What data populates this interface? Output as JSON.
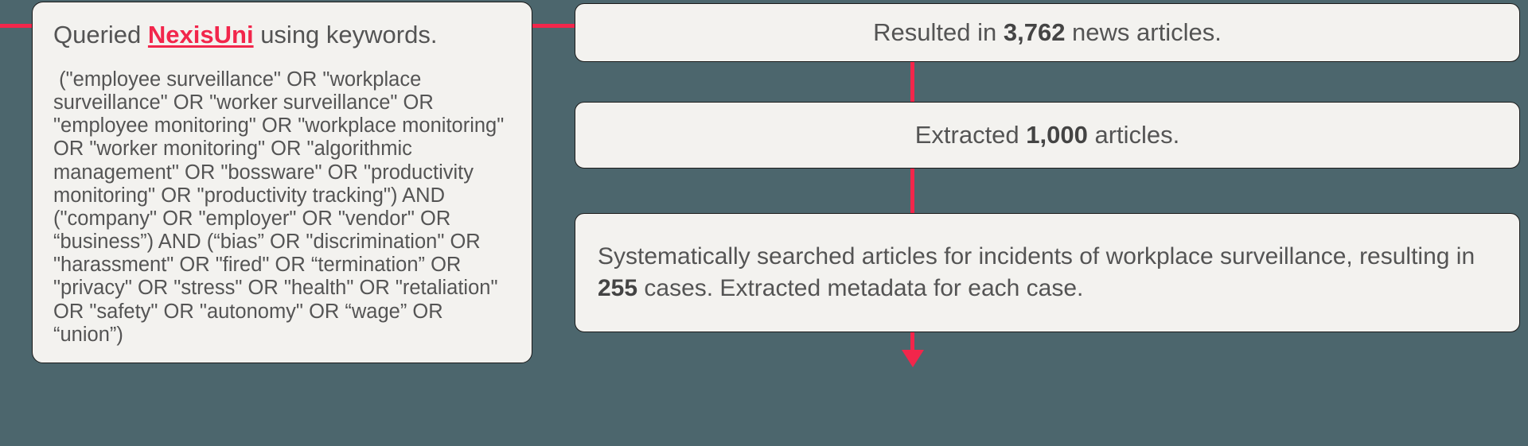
{
  "theme": {
    "background": "#4c666d",
    "card_background": "#F3F2EF",
    "accent": "#F2264B",
    "text": "#545454",
    "border": "#1b1b1b"
  },
  "query_card": {
    "heading_prefix": "Queried ",
    "heading_brand": "NexisUni",
    "heading_suffix": " using keywords.",
    "keywords": " (\"employee surveillance\" OR \"workplace surveillance\" OR \"worker surveillance\" OR \"employee monitoring\" OR \"workplace monitoring\" OR \"worker monitoring\" OR \"algorithmic management\" OR \"bossware\" OR \"productivity monitoring\" OR \"productivity tracking\") AND (\"company\" OR \"employer\" OR \"vendor\" OR “business”) AND (“bias” OR \"discrimination\" OR \"harassment\" OR \"fired\" OR “termination” OR \"privacy\" OR \"stress\" OR \"health\" OR \"retaliation\" OR \"safety\" OR \"autonomy\" OR “wage” OR “union”)"
  },
  "steps": [
    {
      "id": "results",
      "prefix": "Resulted in ",
      "value": "3,762",
      "suffix": " news articles."
    },
    {
      "id": "extracted",
      "prefix": "Extracted ",
      "value": "1,000",
      "suffix": " articles."
    },
    {
      "id": "systematic",
      "prefix": "Systematically searched articles for incidents of workplace surveillance, resulting in ",
      "value": "255",
      "suffix": " cases. Extracted metadata for each case."
    }
  ]
}
